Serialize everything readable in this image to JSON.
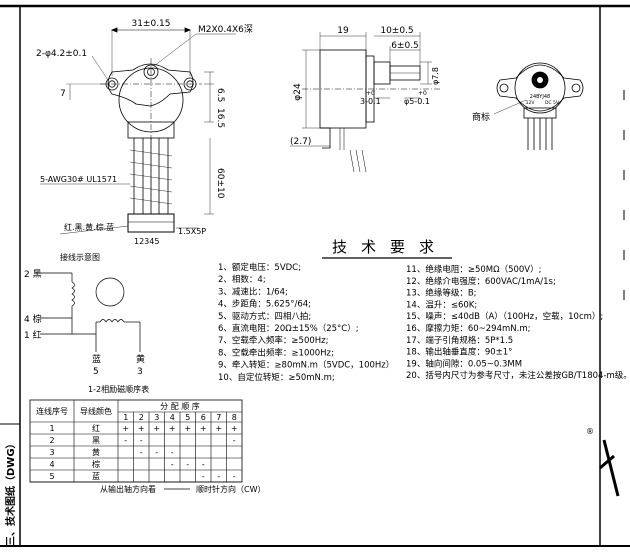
{
  "front_view": {
    "dim_width": "31±0.15",
    "dim_thread": "M2X0.4X6深",
    "dim_holes": "2-φ4.2±0.1",
    "dim_left": "7",
    "dim_65": "6.5",
    "dim_165": "16.5",
    "dim_60": "60±10",
    "cable_label": "5-AWG30# UL1571",
    "wire_colors": "红.黑.黄.棕.蓝",
    "pins": "12345",
    "connector": "1.5X5P"
  },
  "side_view": {
    "dim_19": "19",
    "dim_10": "10±0.5",
    "dim_6": "6±0.5",
    "dim_24": "φ24",
    "dim_78": "φ7.8",
    "dim_3": "3-0.1",
    "dim_5": "φ5-0.1",
    "tol_3": "+0",
    "tol_5": "+0",
    "dim_27": "(2.7)"
  },
  "label_view": {
    "label_caption": "商标",
    "l1": "24BYJ48",
    "l2": "12V",
    "l3": "DC 5V"
  },
  "wiring": {
    "title": "接线示意图",
    "w2": "2 黑",
    "w4": "4 棕",
    "w1": "1 红",
    "w5name": "蓝",
    "w5num": "5",
    "w3name": "黄",
    "w3num": "3",
    "caption": "1-2相励磁顺序表"
  },
  "specs_title": "技术要求",
  "specs_left": [
    "1、额定电压：5VDC;",
    "2、相数：4;",
    "3、减速比：1/64;",
    "4、步距角：5.625°/64;",
    "5、驱动方式：四相八拍;",
    "6、直流电阻：20Ω±15%（25°C）;",
    "7、空载牵入频率：≥500Hz;",
    "8、空载牵出频率：≥1000Hz;",
    "9、牵入转矩：≥80mN.m（5VDC，100Hz）",
    "10、自定位转矩：≥50mN.m;"
  ],
  "specs_right": [
    "11、绝缘电阻：≥50MΩ（500V）;",
    "12、绝缘介电强度：600VAC/1mA/1s;",
    "13、绝缘等级：B;",
    "14、温升：≤60K;",
    "15、噪声：≤40dB（A）（100Hz，空载，10cm）;",
    "16、摩擦力矩：60~294mN.m;",
    "17、端子引角规格：5P*1.5",
    "18、输出轴垂直度：90±1°",
    "19、轴向间隙：0.05~0.3MM",
    "20、括号内尺寸为参考尺寸，未注公差按GB/T1804-m级。"
  ],
  "table": {
    "h_seq": "连线序号",
    "h_color": "导线颜色",
    "h_dist": "分 配 顺 序",
    "steps": [
      "1",
      "2",
      "3",
      "4",
      "5",
      "6",
      "7",
      "8"
    ],
    "rows": [
      {
        "n": "1",
        "c": "红",
        "cells": [
          "+",
          "+",
          "+",
          "+",
          "+",
          "+",
          "+",
          "+"
        ]
      },
      {
        "n": "2",
        "c": "黑",
        "cells": [
          "-",
          "-",
          "",
          "",
          "",
          "",
          "",
          "-"
        ]
      },
      {
        "n": "3",
        "c": "黄",
        "cells": [
          "",
          "-",
          "-",
          "-",
          "",
          "",
          "",
          ""
        ]
      },
      {
        "n": "4",
        "c": "棕",
        "cells": [
          "",
          "",
          "",
          "-",
          "-",
          "-",
          "",
          ""
        ]
      },
      {
        "n": "5",
        "c": "蓝",
        "cells": [
          "",
          "",
          "",
          "",
          "",
          "-",
          "-",
          "-"
        ]
      }
    ],
    "dir_from": "从输出轴方向看",
    "dir_to": "顺时针方向（CW）"
  },
  "side_heading": "三、技术图纸（DWG）",
  "right_mark": "®"
}
